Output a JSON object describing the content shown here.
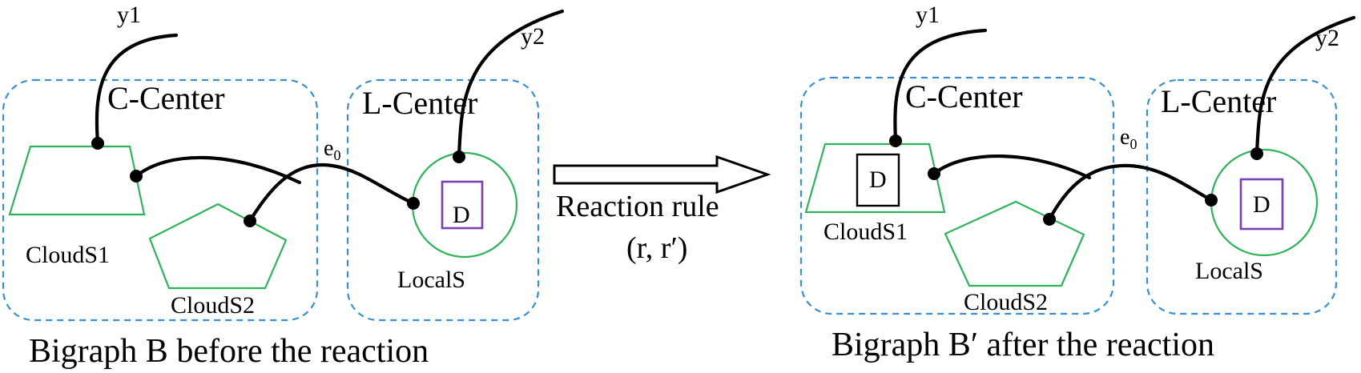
{
  "before": {
    "outer_names": [
      "y1",
      "y2"
    ],
    "regions": [
      "C-Center",
      "L-Center"
    ],
    "nodes": {
      "cloud1": "CloudS1",
      "cloud2": "CloudS2",
      "local": "LocalS",
      "data": "D"
    },
    "edge": {
      "base": "e",
      "sub": "0"
    },
    "caption": "Bigraph B before the reaction"
  },
  "rule": {
    "label": "Reaction rule",
    "params": "(r, r′)"
  },
  "after": {
    "outer_names": [
      "y1",
      "y2"
    ],
    "regions": [
      "C-Center",
      "L-Center"
    ],
    "nodes": {
      "cloud1": "CloudS1",
      "cloud2": "CloudS2",
      "local": "LocalS",
      "data_cloud": "D",
      "data_local": "D"
    },
    "edge": {
      "base": "e",
      "sub": "0"
    },
    "caption": "Bigraph B′ after the reaction"
  },
  "colors": {
    "region_border": "#3a8fd0",
    "node_border": "#2fb35a",
    "data_border": "#7a3fb0",
    "link": "#000000"
  }
}
